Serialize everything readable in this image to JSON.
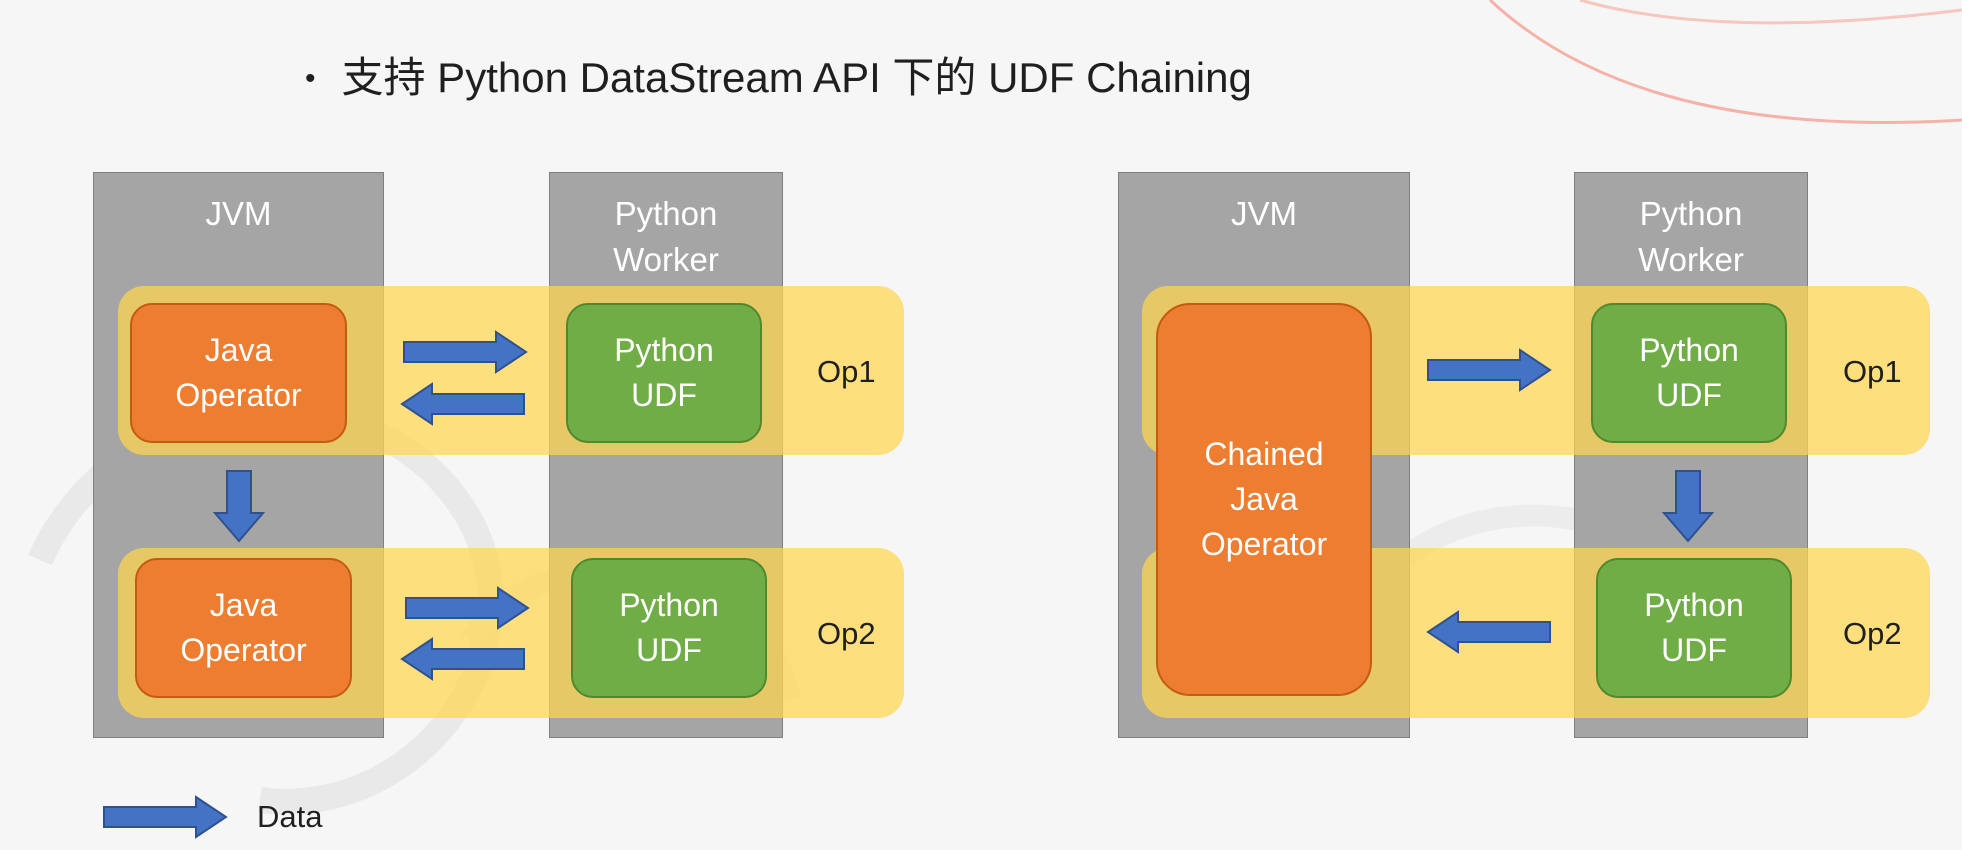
{
  "title": {
    "bullet": "•",
    "text": "支持 Python DataStream API 下的 UDF Chaining"
  },
  "diagrams": [
    {
      "jvm_label": "JVM",
      "worker_label_line1": "Python",
      "worker_label_line2": "Worker",
      "op1": {
        "label": "Op1",
        "java_line1": "Java",
        "java_line2": "Operator",
        "udf_line1": "Python",
        "udf_line2": "UDF"
      },
      "op2": {
        "label": "Op2",
        "java_line1": "Java",
        "java_line2": "Operator",
        "udf_line1": "Python",
        "udf_line2": "UDF"
      }
    },
    {
      "jvm_label": "JVM",
      "worker_label_line1": "Python",
      "worker_label_line2": "Worker",
      "chained_line1": "Chained",
      "chained_line2": "Java",
      "chained_line3": "Operator",
      "op1": {
        "label": "Op1",
        "udf_line1": "Python",
        "udf_line2": "UDF"
      },
      "op2": {
        "label": "Op2",
        "udf_line1": "Python",
        "udf_line2": "UDF"
      }
    }
  ],
  "legend": {
    "label": "Data",
    "arrow_icon": "right-arrow-icon"
  },
  "colors": {
    "jvm_column": "#a5a5a5",
    "op_band": "#ffd54f",
    "java_operator": "#ed7d31",
    "python_udf": "#70ad47",
    "data_arrow": "#4472c4"
  }
}
